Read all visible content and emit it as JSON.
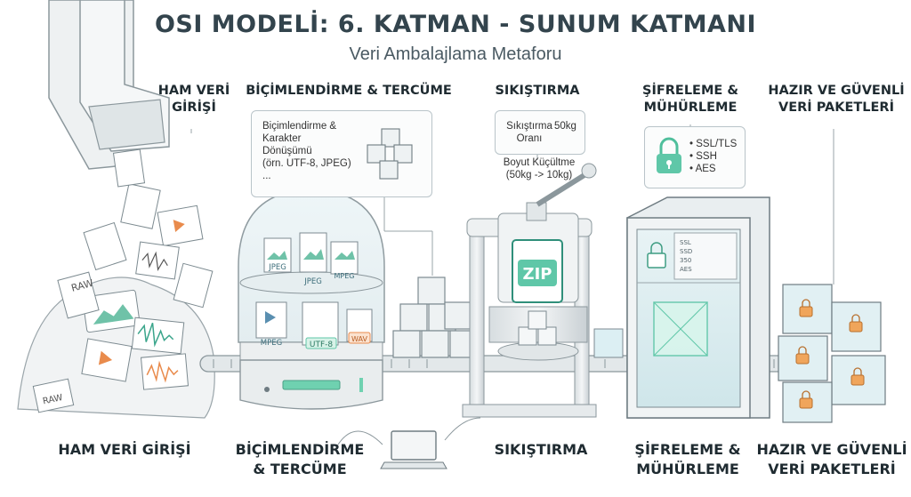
{
  "title": "OSI MODELİ: 6. KATMAN - SUNUM KATMANI",
  "subtitle": "Veri Ambalajlama Metaforu",
  "stages": {
    "input": {
      "top_label": "HAM VERİ GİRİŞİ",
      "bottom_label": "HAM VERİ GİRİŞİ"
    },
    "format": {
      "top_label": "BİÇİMLENDİRME & TERCÜME",
      "bottom_label": "BİÇİMLENDİRME & TERCÜME"
    },
    "compress": {
      "top_label": "SIKIŞTIRMA",
      "bottom_label": "SIKIŞTIRMA"
    },
    "encrypt": {
      "top_label": "ŞİFRELEME & MÜHÜRLEME",
      "bottom_label": "ŞİFRELEME & MÜHÜRLEME"
    },
    "output": {
      "top_label": "HAZIR VE GÜVENLİ VERİ PAKETLERİ",
      "bottom_label": "HAZIR VE GÜVENLİ VERİ PAKETLERİ"
    }
  },
  "format_note": {
    "lines": [
      "Biçimlendirme &",
      "Karakter",
      "Dönüşümü",
      "(örn. UTF-8, JPEG)",
      "..."
    ]
  },
  "compress_note": {
    "label_line1": "Sıkıştırma",
    "label_line2": "Oranı",
    "weight": "50kg",
    "caption_line1": "Boyut Küçültme",
    "caption_line2": "(50kg -> 10kg)"
  },
  "encrypt_note": {
    "items": [
      "SSL/TLS",
      "SSH",
      "AES"
    ]
  },
  "dome_files": {
    "top": [
      "JPEG",
      "JPEG",
      "MPEG"
    ],
    "bottom": [
      "MPEG",
      "UTF-8",
      "WAV"
    ]
  },
  "raw_labels": [
    "RAW",
    "RAW"
  ],
  "press_label": "ZIP",
  "cabinet_labels": [
    "SSL",
    "SSD",
    "350",
    "AES"
  ],
  "colors": {
    "accent_green": "#5fc7a8",
    "cube_blue": "#dceff3",
    "lock_orange": "#f0a55b"
  }
}
